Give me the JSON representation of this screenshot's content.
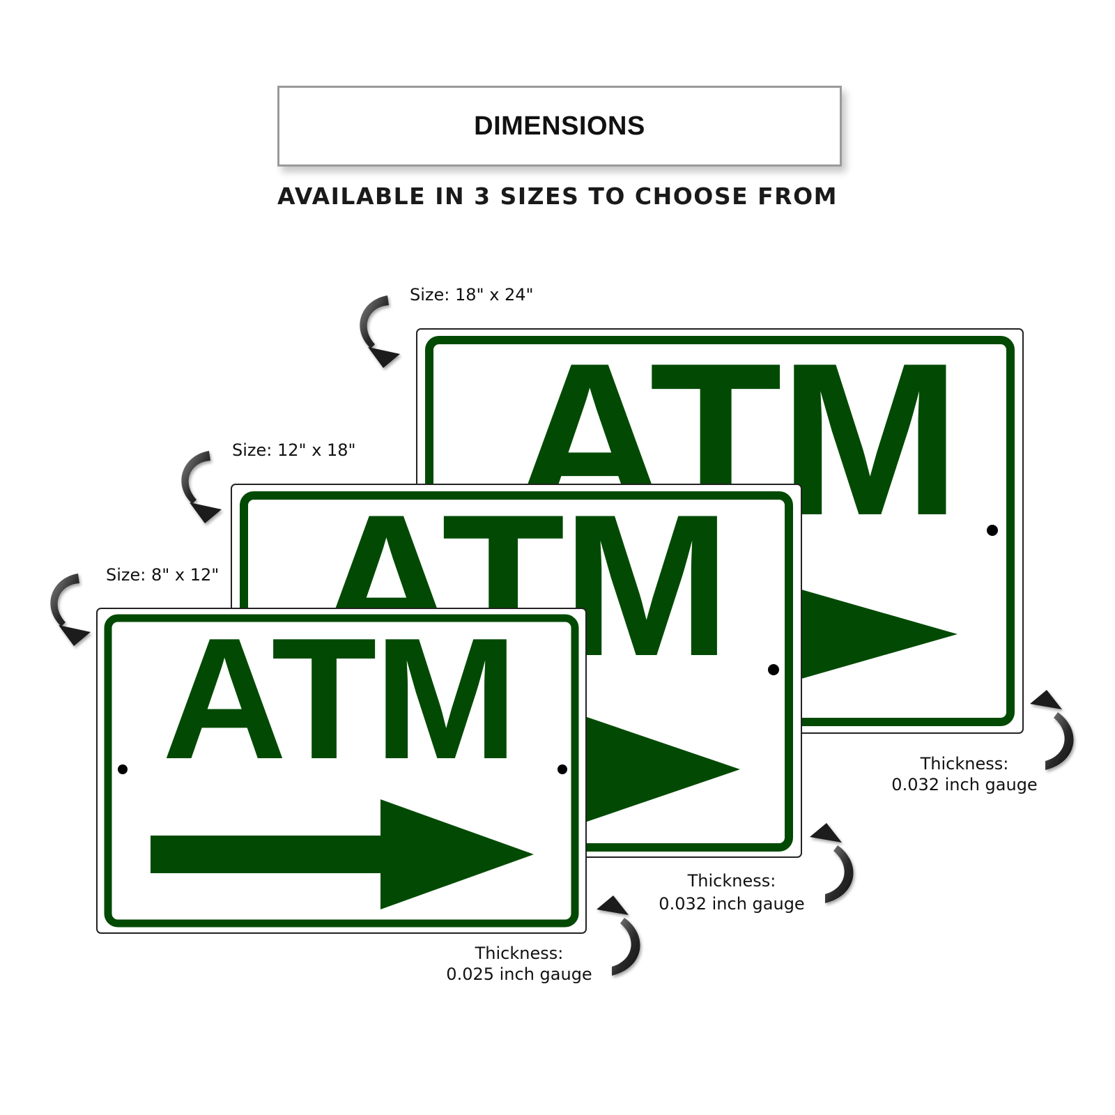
{
  "header": {
    "title": "DIMENSIONS",
    "subtitle": "AVAILABLE IN 3 SIZES TO CHOOSE FROM"
  },
  "colors": {
    "sign_green": "#024a03",
    "sign_background": "#ffffff",
    "outline": "#222222"
  },
  "signs": [
    {
      "text": "ATM",
      "size_label": "Size: 18\" x 24\"",
      "thickness_label": "Thickness:",
      "thickness_value": "0.032 inch gauge",
      "icon": "arrow-right-icon"
    },
    {
      "text": "ATM",
      "size_label": "Size: 12\" x 18\"",
      "thickness_label": "Thickness:",
      "thickness_value": "0.032 inch gauge",
      "icon": "arrow-right-icon"
    },
    {
      "text": "ATM",
      "size_label": "Size: 8\" x 12\"",
      "thickness_label": "Thickness:",
      "thickness_value": "0.025 inch gauge",
      "icon": "arrow-right-icon"
    }
  ]
}
